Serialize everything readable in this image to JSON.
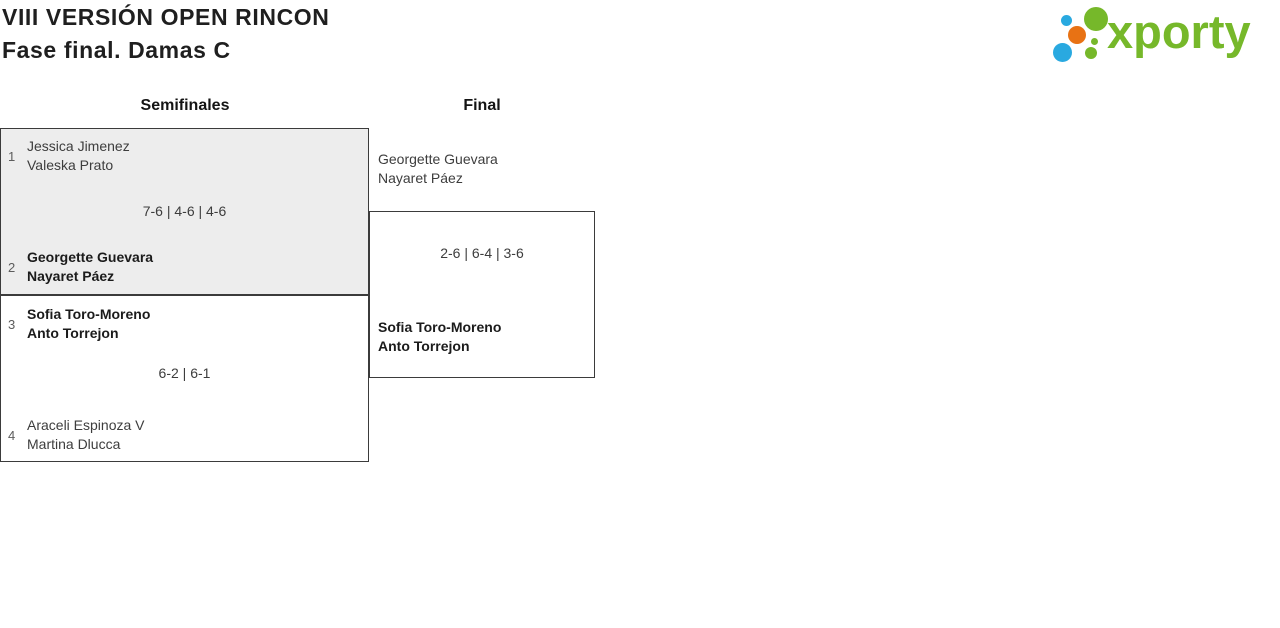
{
  "page": {
    "title_line1": "VIII VERSIÓN OPEN RINCON",
    "title_line2": "Fase final. Damas C"
  },
  "logo": {
    "wordmark": "xporty",
    "colors": {
      "green": "#76b82a",
      "blue": "#29a9e0",
      "orange": "#e87214"
    }
  },
  "bracket": {
    "rounds": [
      {
        "label": "Semifinales",
        "matches": [
          {
            "score": "7-6 | 4-6 | 4-6",
            "teams": [
              {
                "seed": "1",
                "players": [
                  "Jessica Jimenez",
                  "Valeska Prato"
                ],
                "winner": false
              },
              {
                "seed": "2",
                "players": [
                  "Georgette Guevara",
                  "Nayaret Páez"
                ],
                "winner": true
              }
            ]
          },
          {
            "score": "6-2 | 6-1",
            "teams": [
              {
                "seed": "3",
                "players": [
                  "Sofia Toro-Moreno",
                  "Anto Torrejon"
                ],
                "winner": true
              },
              {
                "seed": "4",
                "players": [
                  "Araceli Espinoza V",
                  "Martina Dlucca"
                ],
                "winner": false
              }
            ]
          }
        ]
      },
      {
        "label": "Final",
        "matches": [
          {
            "score": "2-6 | 6-4 | 3-6",
            "teams": [
              {
                "players": [
                  "Georgette Guevara",
                  "Nayaret Páez"
                ],
                "winner": false
              },
              {
                "players": [
                  "Sofia Toro-Moreno",
                  "Anto Torrejon"
                ],
                "winner": true
              }
            ]
          }
        ]
      }
    ]
  }
}
